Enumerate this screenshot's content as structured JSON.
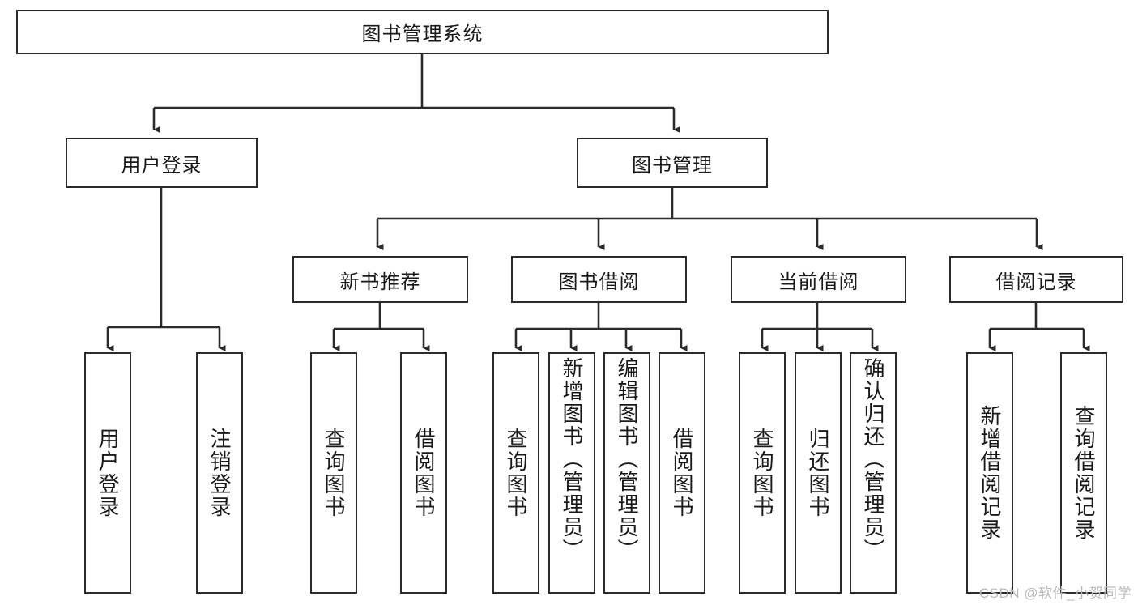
{
  "diagram": {
    "title": "图书管理系统",
    "type": "tree-hierarchy-diagram",
    "colors": {
      "box_border": "#2b2b2b",
      "box_fill": "#ffffff",
      "edge": "#2b2b2b",
      "text": "#1a1a1a",
      "watermark": "#b9b9b9",
      "background": "#ffffff"
    },
    "root": {
      "label": "图书管理系统"
    },
    "level1": [
      {
        "id": "user-login",
        "label": "用户登录"
      },
      {
        "id": "book-management",
        "label": "图书管理"
      }
    ],
    "level2": [
      {
        "id": "new-book-recommend",
        "label": "新书推荐",
        "parent": "book-management"
      },
      {
        "id": "book-borrow",
        "label": "图书借阅",
        "parent": "book-management"
      },
      {
        "id": "current-borrow",
        "label": "当前借阅",
        "parent": "book-management"
      },
      {
        "id": "borrow-record",
        "label": "借阅记录",
        "parent": "book-management"
      }
    ],
    "leaves": {
      "user-login": [
        {
          "id": "leaf-user-login",
          "label": "用户登录"
        },
        {
          "id": "leaf-logout-login",
          "label": "注销登录"
        }
      ],
      "new-book-recommend": [
        {
          "id": "leaf-query-book-1",
          "label": "查询图书"
        },
        {
          "id": "leaf-borrow-book-1",
          "label": "借阅图书"
        }
      ],
      "book-borrow": [
        {
          "id": "leaf-query-book-2",
          "label": "查询图书"
        },
        {
          "id": "leaf-add-book-admin",
          "label": "新增图书（管理员）"
        },
        {
          "id": "leaf-edit-book-admin",
          "label": "编辑图书（管理员）"
        },
        {
          "id": "leaf-borrow-book-2",
          "label": "借阅图书"
        }
      ],
      "current-borrow": [
        {
          "id": "leaf-query-book-3",
          "label": "查询图书"
        },
        {
          "id": "leaf-return-book",
          "label": "归还图书"
        },
        {
          "id": "leaf-confirm-return-admin",
          "label": "确认归还（管理员）"
        }
      ],
      "borrow-record": [
        {
          "id": "leaf-add-borrow-record",
          "label": "新增借阅记录"
        },
        {
          "id": "leaf-query-borrow-record",
          "label": "查询借阅记录"
        }
      ]
    },
    "watermark": "CSDN @软件_小贺同学"
  }
}
